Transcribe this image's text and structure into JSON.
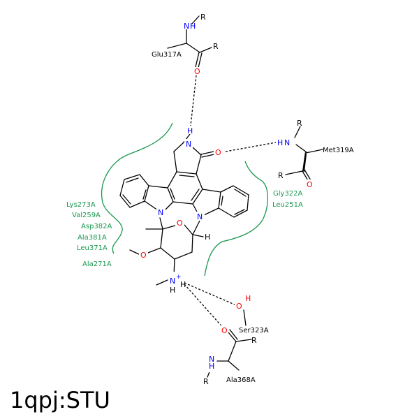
{
  "title": "1qpj:STU",
  "colors": {
    "nitrogen": "#0000ff",
    "oxygen": "#ff0000",
    "carbon": "#000000",
    "hydrophobic": "#1a9850"
  },
  "atoms": {
    "glu_n": "N",
    "glu_h": "H",
    "glu_r1": "R",
    "glu_r2": "R",
    "glu_o": "O",
    "hb1_h": "H",
    "ring_n": "N",
    "lactam_o": "O",
    "met_r1": "R",
    "met_n": "N",
    "met_h": "H",
    "met_r2": "R",
    "met_o": "O",
    "indole_n_left": "N",
    "indole_n_right": "N",
    "sugar_o": "O",
    "sugar_h": "H",
    "methoxy_o": "O",
    "amine_n": "N",
    "amine_plus": "+",
    "amine_h1": "H",
    "amine_h2": "H",
    "ser_o": "O",
    "ser_h": "H",
    "ala_o": "O",
    "ala_r1": "R",
    "ala_n": "N",
    "ala_h": "H",
    "ala_r2": "R"
  },
  "residues": {
    "glu": "Glu317A",
    "met": "Met319A",
    "ser": "Ser323A",
    "ala": "Ala368A"
  },
  "hydrophobic_left": [
    "Lys273A",
    "Val259A",
    "Asp382A",
    "Ala381A",
    "Leu371A",
    "Ala271A"
  ],
  "hydrophobic_right": [
    "Gly322A",
    "Leu251A"
  ]
}
